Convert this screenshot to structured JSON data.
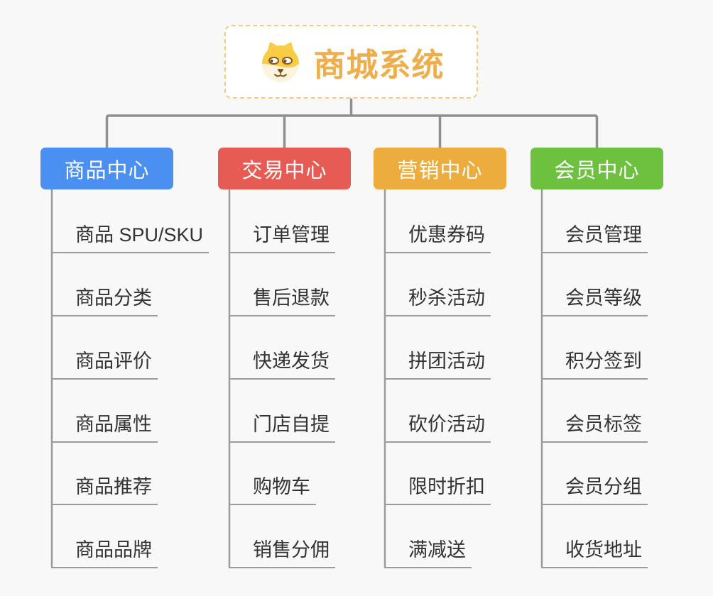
{
  "root": {
    "title": "商城系统",
    "icon": "dog-face-icon"
  },
  "branches": [
    {
      "label": "商品中心",
      "color": "#4b90f0",
      "items": [
        "商品 SPU/SKU",
        "商品分类",
        "商品评价",
        "商品属性",
        "商品推荐",
        "商品品牌"
      ]
    },
    {
      "label": "交易中心",
      "color": "#e65c55",
      "items": [
        "订单管理",
        "售后退款",
        "快递发货",
        "门店自提",
        "购物车",
        "销售分佣"
      ]
    },
    {
      "label": "营销中心",
      "color": "#edad3e",
      "items": [
        "优惠券码",
        "秒杀活动",
        "拼团活动",
        "砍价活动",
        "限时折扣",
        "满减送"
      ]
    },
    {
      "label": "会员中心",
      "color": "#6ec13f",
      "items": [
        "会员管理",
        "会员等级",
        "积分签到",
        "会员标签",
        "会员分组",
        "收货地址"
      ]
    }
  ],
  "colors": {
    "background": "#f8f8f8",
    "root_border": "#f3ca80",
    "root_text": "#efae4c",
    "connector_dark": "#8f8f8f",
    "connector_light": "#9b9b9b",
    "item_text": "#333333"
  }
}
